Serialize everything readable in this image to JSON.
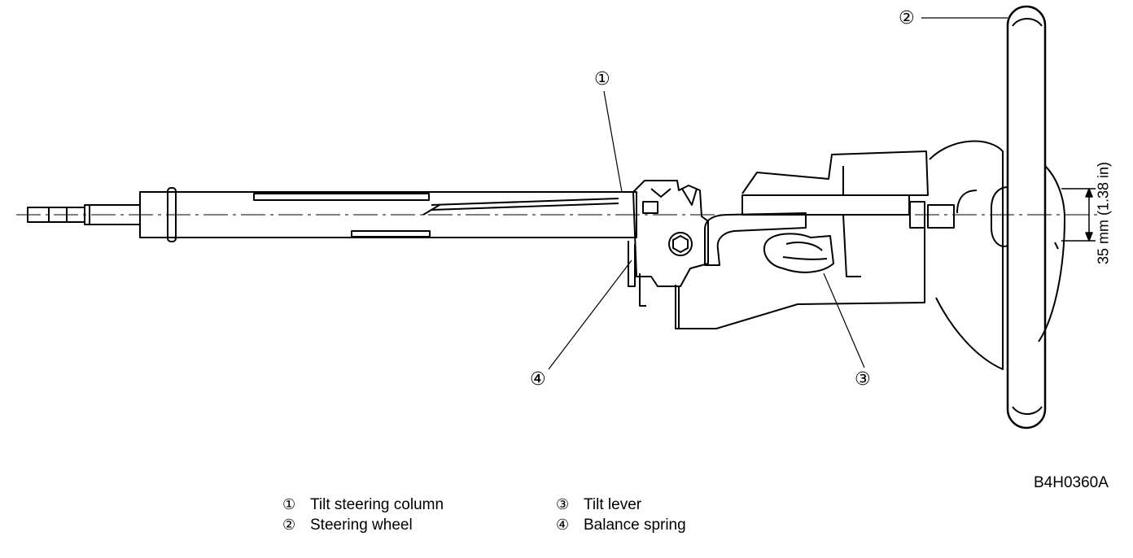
{
  "callouts": {
    "c1": "①",
    "c2": "②",
    "c3": "③",
    "c4": "④"
  },
  "dimension": {
    "label": "35 mm (1.38 in)"
  },
  "figure_code": "B4H0360A",
  "legend": [
    {
      "num": "①",
      "label": "Tilt steering column"
    },
    {
      "num": "②",
      "label": "Steering wheel"
    },
    {
      "num": "③",
      "label": "Tilt lever"
    },
    {
      "num": "④",
      "label": "Balance spring"
    }
  ]
}
